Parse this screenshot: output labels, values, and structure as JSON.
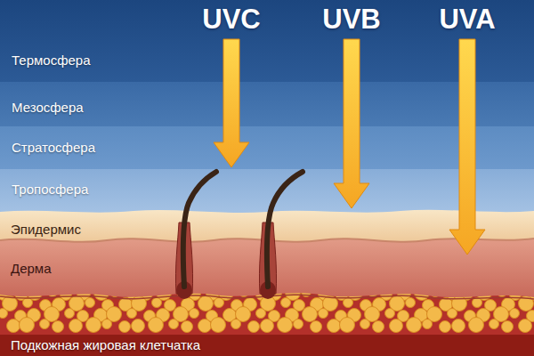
{
  "diagram": {
    "nodes": [
      {
        "text": [
          "Термосфера"
        ]
      },
      {
        "text": [
          "Мезосфера"
        ]
      },
      {
        "text": [
          "Стратосфера"
        ]
      },
      {
        "text": [
          "Тропосфера"
        ]
      },
      {
        "text": [
          "Эпидермис"
        ]
      },
      {
        "text": [
          "Дерма"
        ]
      },
      {
        "text": [
          "Подкожная жировая клетчатка"
        ]
      }
    ],
    "labels": [
      "UVC",
      "UVB",
      "UVA"
    ]
  }
}
